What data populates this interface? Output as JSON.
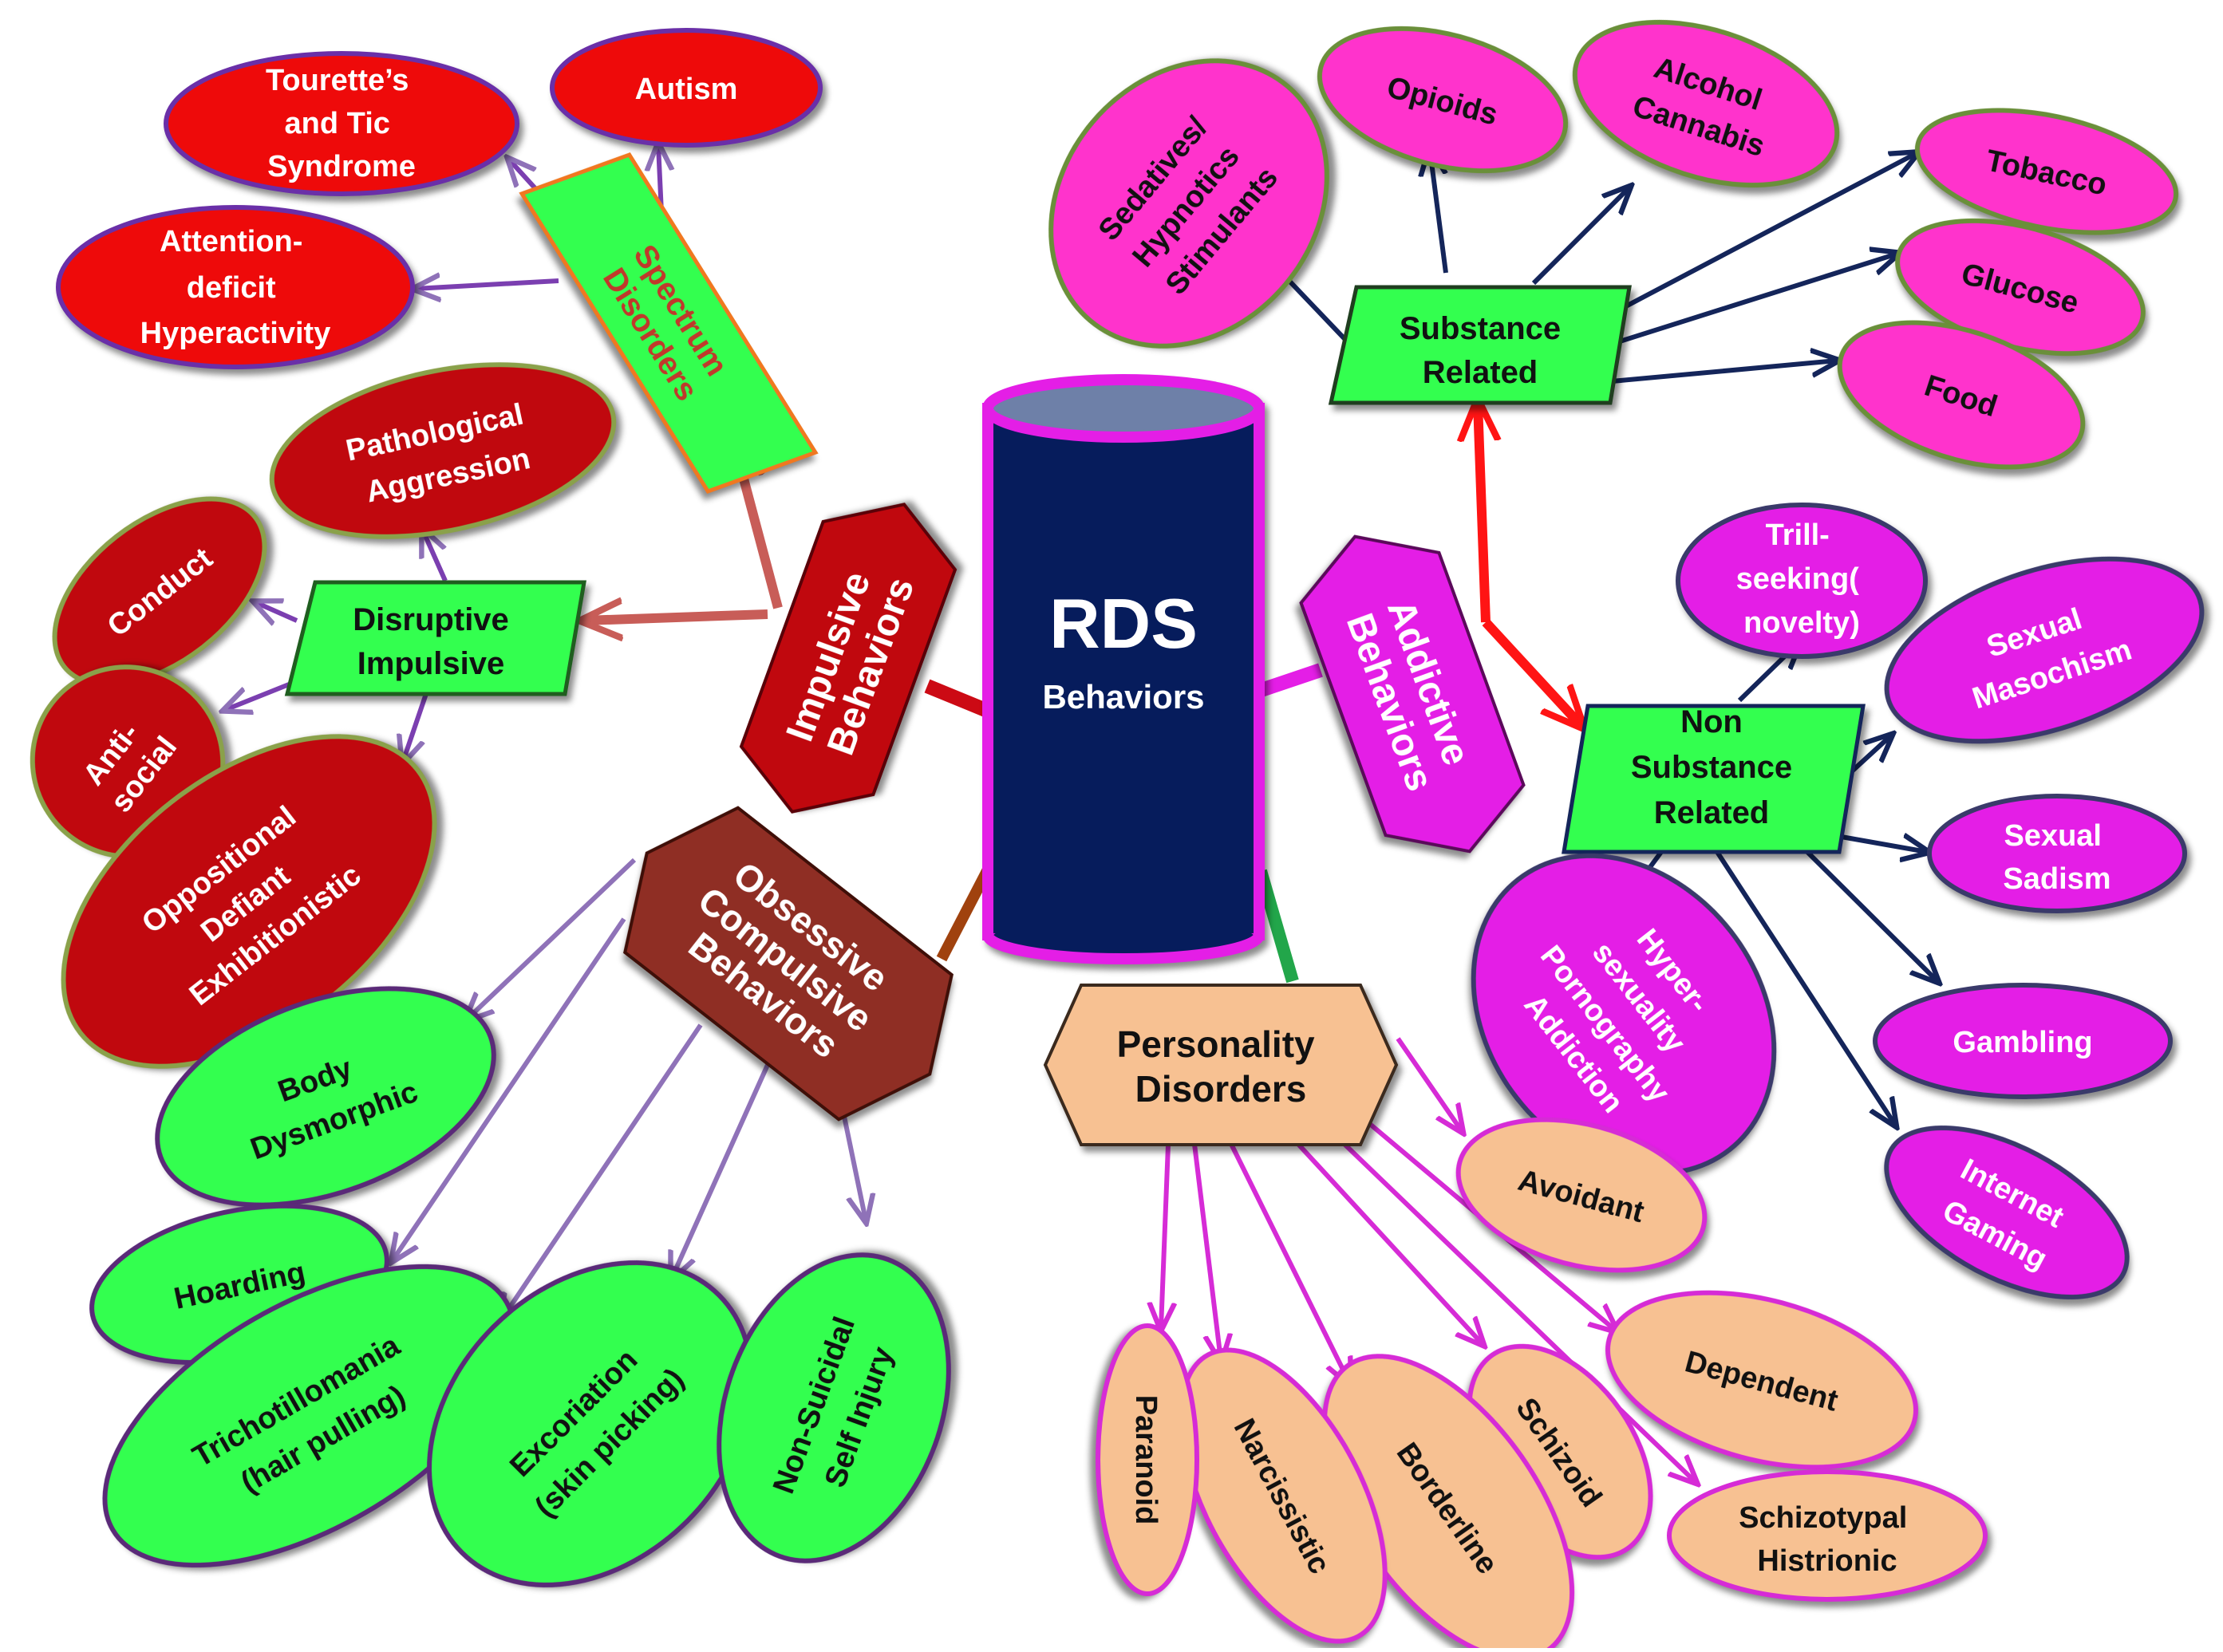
{
  "center": {
    "title": "RDS",
    "subtitle": "Behaviors"
  },
  "colors": {
    "red": "#ee0a0a",
    "darkred": "#c0080e",
    "magenta": "#ff33cc",
    "purple": "#e41ee6",
    "green": "#33ff4f",
    "peach": "#f7c192",
    "navy": "#061c5c",
    "cylinder_border": "#e41ee6"
  },
  "categories": {
    "impulsive": [
      "Impulsive",
      "Behaviors"
    ],
    "addictive": [
      "Addictive",
      "Behaviors"
    ],
    "obsessive": [
      "Obsessive",
      "Compulsive",
      "Behaviors"
    ],
    "personality": [
      "Personality",
      "Disorders"
    ]
  },
  "subcategories": {
    "spectrum": [
      "Spectrum",
      "Disorders"
    ],
    "disruptive": [
      "Disruptive",
      "Impulsive"
    ],
    "substance": [
      "Substance",
      "Related"
    ],
    "nonsubstance": [
      "Non",
      "Substance",
      "Related"
    ]
  },
  "leaves": {
    "spectrum": {
      "tourettes": [
        "Tourette’s",
        "and Tic",
        "Syndrome"
      ],
      "autism": [
        "Autism"
      ],
      "adhd": [
        "Attention-",
        "deficit",
        "Hyperactivity"
      ]
    },
    "disruptive": {
      "pathological_aggression": [
        "Pathological",
        "Aggression"
      ],
      "conduct": [
        "Conduct"
      ],
      "antisocial": [
        "Anti-",
        "social"
      ],
      "oppositional": [
        "Oppositional",
        "Defiant",
        "Exhibitionistic"
      ]
    },
    "substance": {
      "sedatives": [
        "Sedatives/",
        "Hypnotics",
        "Stimulants"
      ],
      "opioids": [
        "Opioids"
      ],
      "alcohol": [
        "Alcohol",
        "Cannabis"
      ],
      "tobacco": [
        "Tobacco"
      ],
      "glucose": [
        "Glucose"
      ],
      "food": [
        "Food"
      ]
    },
    "nonsubstance": {
      "thrill": [
        "Trill-",
        "seeking(",
        "novelty)"
      ],
      "masochism": [
        "Sexual",
        "Masochism"
      ],
      "sadism": [
        "Sexual",
        "Sadism"
      ],
      "gambling": [
        "Gambling"
      ],
      "internet": [
        "Internet",
        "Gaming"
      ],
      "hypersexuality": [
        "Hyper-",
        "sexuality",
        "Pornography",
        "Addiction"
      ]
    },
    "obsessive": {
      "body_dysmorphic": [
        "Body",
        "Dysmorphic"
      ],
      "hoarding": [
        "Hoarding"
      ],
      "trichotillomania": [
        "Trichotillomania",
        "(hair pulling)"
      ],
      "excoriation": [
        "Excoriation",
        "(skin picking)"
      ],
      "nssi": [
        "Non-Suicidal",
        "Self Injury"
      ]
    },
    "personality": {
      "avoidant": [
        "Avoidant"
      ],
      "dependent": [
        "Dependent"
      ],
      "schizotypal": [
        "Schizotypal",
        "Histrionic"
      ],
      "schizoid": [
        "Schizoid"
      ],
      "borderline": [
        "Borderline"
      ],
      "narcissistic": [
        "Narcissistic"
      ],
      "paranoid": [
        "Paranoid"
      ]
    }
  }
}
